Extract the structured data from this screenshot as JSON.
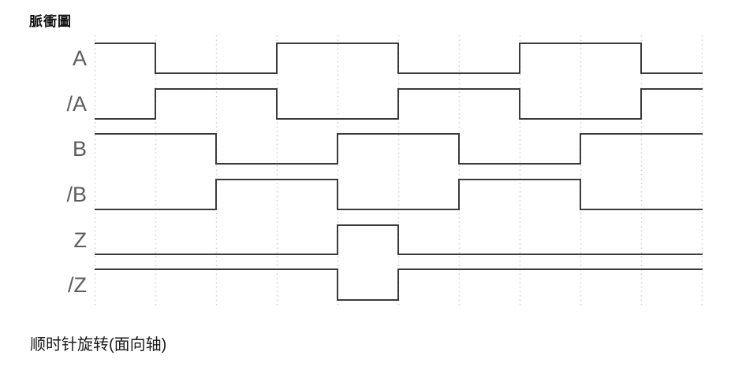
{
  "title": "脈衝圖",
  "caption": "顺时针旋转(面向轴)",
  "colors": {
    "waveform": "#3b3b3b",
    "gridline": "#d0d0d0",
    "label": "#5c5c5c",
    "title": "#111111",
    "caption": "#1a1a1a"
  },
  "chart_data": {
    "type": "timing-waveform",
    "title": "脈衝圖",
    "annotation": "顺时针旋转(面向轴)",
    "grid": "dotted-vertical",
    "gridline_count": 11,
    "x_unit_count": 10,
    "levels_meaning": "logic level per time unit between gridlines, 1=high 0=low",
    "signals": [
      {
        "name": "A",
        "levels": [
          1,
          0,
          0,
          1,
          1,
          0,
          0,
          1,
          1,
          0
        ]
      },
      {
        "name": "/A",
        "levels": [
          0,
          1,
          1,
          0,
          0,
          1,
          1,
          0,
          0,
          1
        ]
      },
      {
        "name": "B",
        "levels": [
          1,
          1,
          0,
          0,
          1,
          1,
          0,
          0,
          1,
          1
        ]
      },
      {
        "name": "/B",
        "levels": [
          0,
          0,
          1,
          1,
          0,
          0,
          1,
          1,
          0,
          0
        ]
      },
      {
        "name": "Z",
        "levels": [
          0,
          0,
          0,
          0,
          1,
          0,
          0,
          0,
          0,
          0
        ]
      },
      {
        "name": "/Z",
        "levels": [
          1,
          1,
          1,
          1,
          0,
          1,
          1,
          1,
          1,
          1
        ]
      }
    ]
  }
}
